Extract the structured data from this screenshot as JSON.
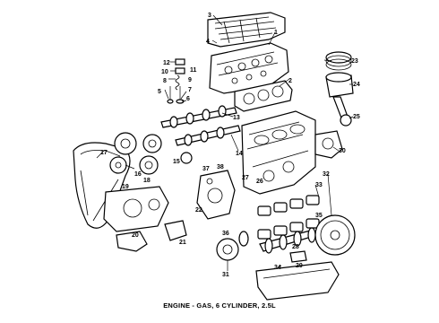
{
  "caption": "ENGINE - GAS, 6 CYLINDER, 2.5L",
  "callouts": [
    "1",
    "2",
    "3",
    "4",
    "5",
    "6",
    "7",
    "8",
    "9",
    "10",
    "11",
    "12",
    "13",
    "14",
    "15",
    "16",
    "17",
    "18",
    "19",
    "20",
    "21",
    "22",
    "23",
    "24",
    "25",
    "26",
    "27",
    "28",
    "29",
    "30",
    "31",
    "32",
    "33",
    "34",
    "35",
    "36",
    "37",
    "38"
  ]
}
